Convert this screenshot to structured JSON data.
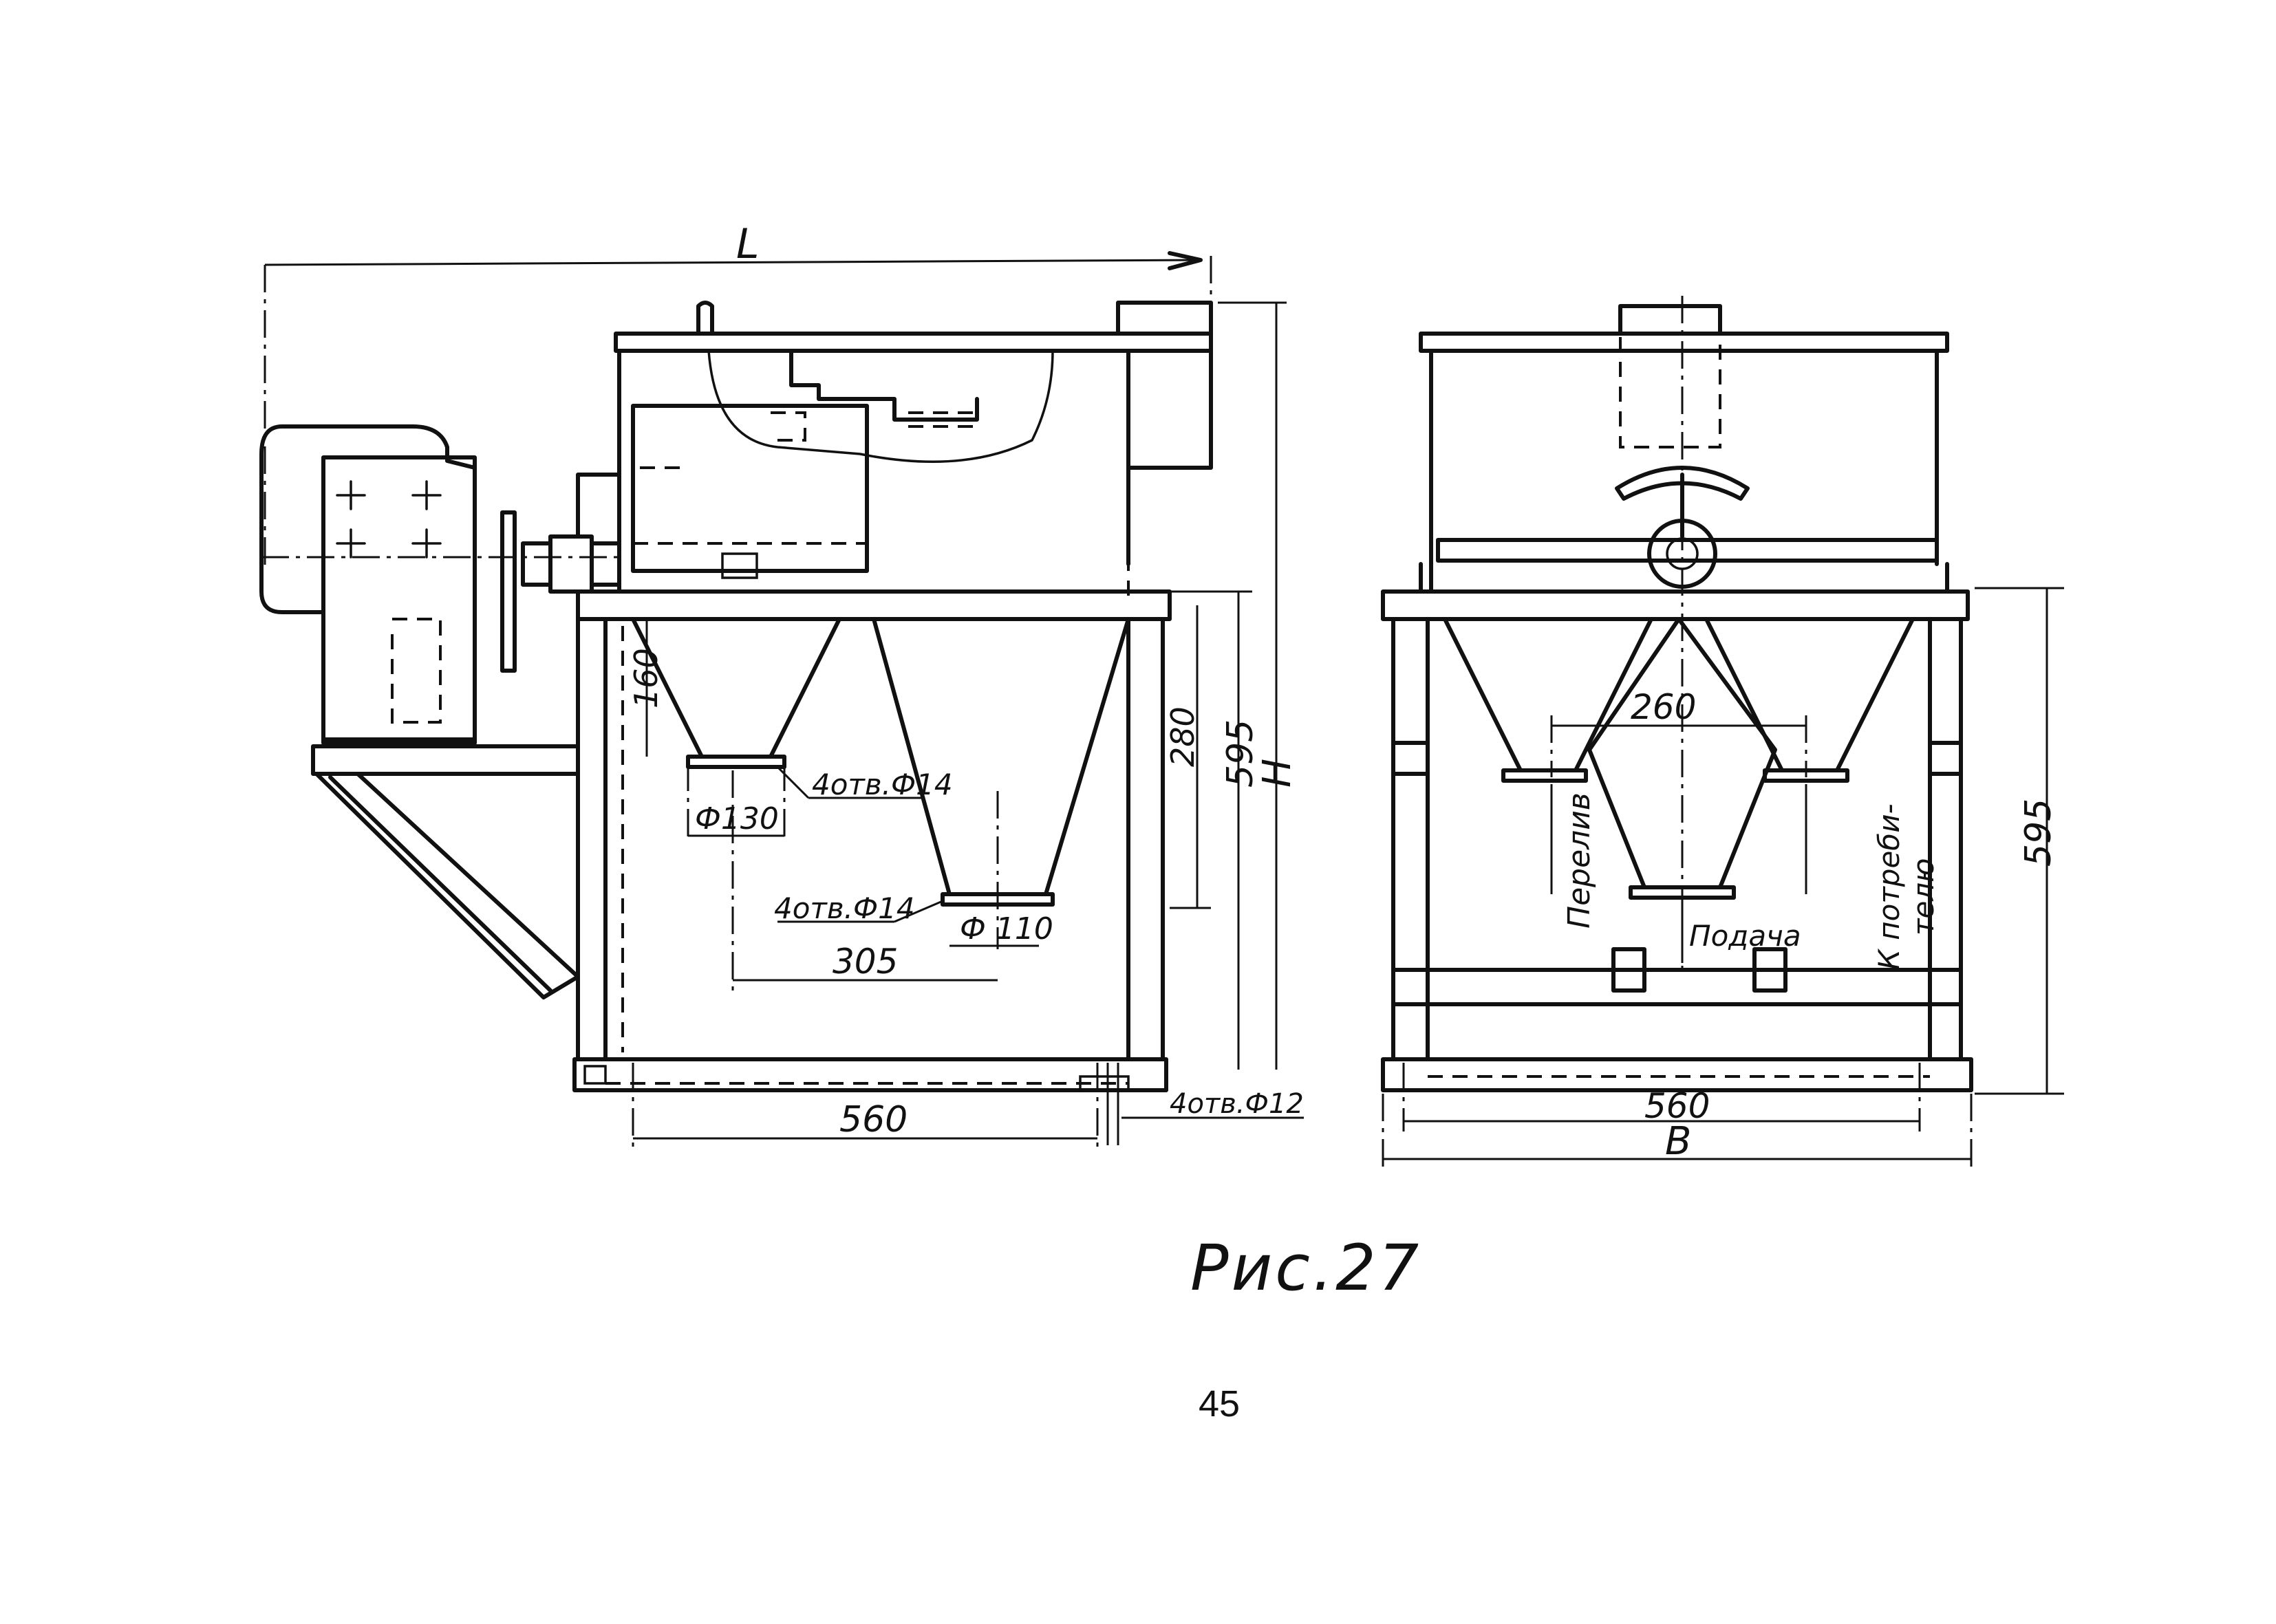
{
  "figure": {
    "caption": "Рис.27",
    "page_number": "45"
  },
  "side_view": {
    "dim_overall_length": "L",
    "dim_overall_height": "H",
    "dim_lower_height": "595",
    "dim_hopper_height": "280",
    "dim_small_hopper": "160",
    "dim_outlet_small": "Ф130",
    "dim_outlet_large": "Ф 110",
    "dim_holes_small": "4отв.Ф14",
    "dim_holes_large": "4отв.Ф14",
    "dim_offset": "305",
    "dim_base": "560",
    "dim_base_holes": "4отв.Ф12"
  },
  "front_view": {
    "dim_spacing": "260",
    "dim_height": "595",
    "dim_base": "560",
    "dim_width": "B",
    "label_overflow": "Перелив",
    "label_feed": "Подача",
    "label_consumer_1": "К потреби-",
    "label_consumer_2": "телю"
  }
}
